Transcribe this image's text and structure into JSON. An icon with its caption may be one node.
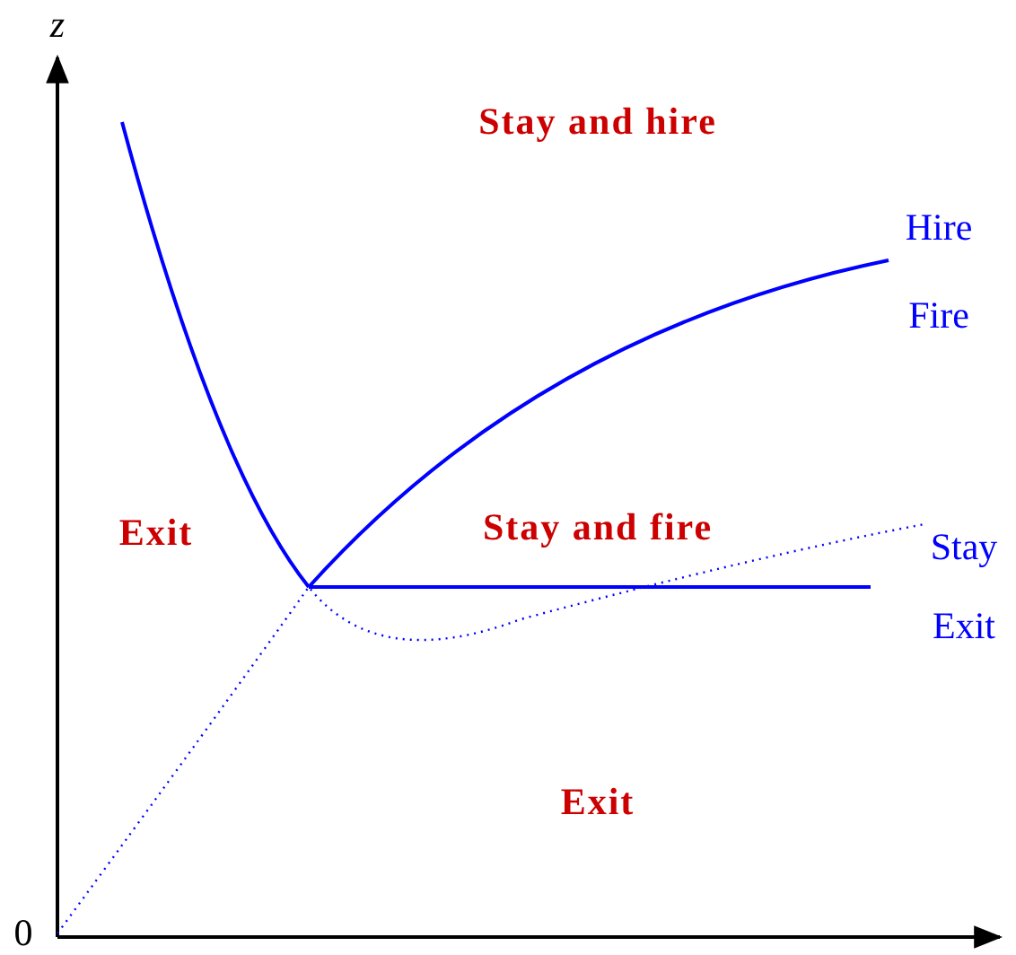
{
  "diagram": {
    "labels": [
      "z",
      "Stay and hire",
      "Hire",
      "Fire",
      "Exit",
      "Stay and fire",
      "Stay",
      "Exit",
      "Exit",
      "0"
    ]
  }
}
